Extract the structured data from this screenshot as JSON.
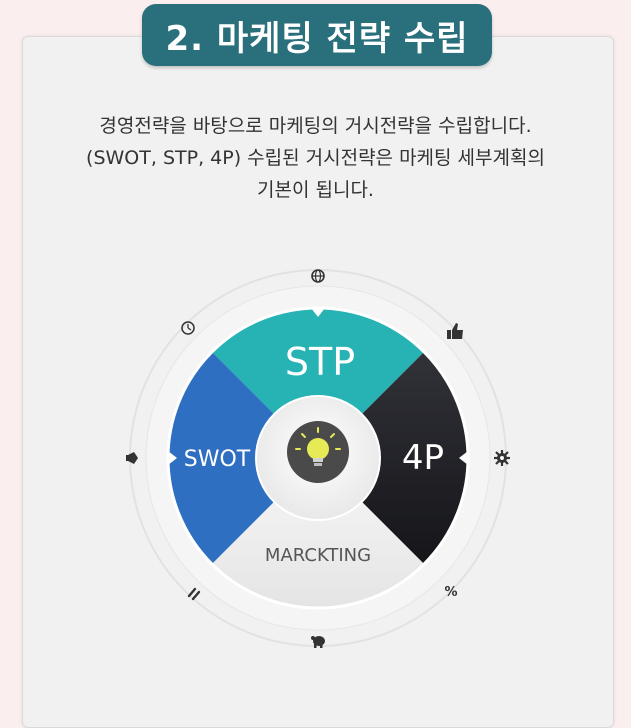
{
  "header": {
    "title": "2. 마케팅 전략 수립"
  },
  "description": {
    "lines": [
      "경영전략을 바탕으로 마케팅의 거시전략을 수립합니다.",
      "(SWOT, STP, 4P) 수립된 거시전략은 마케팅 세부계획의",
      "기본이 됩니다."
    ]
  },
  "diagram": {
    "segments": {
      "top": "STP",
      "left": "SWOT",
      "right": "4P"
    },
    "core_label": "MARCKTING",
    "center_icon": "lightbulb-icon",
    "ring_icons": [
      "globe-icon",
      "thumbs-up-icon",
      "gear-icon",
      "percent-icon",
      "piggy-bank-icon",
      "link-icon",
      "megaphone-icon",
      "clock-icon"
    ],
    "colors": {
      "top": "#27b2b3",
      "left": "#2f6fc2",
      "right": "#1c1c22",
      "bottom": "#ededed",
      "title_bg": "#2a6f7c"
    },
    "percent_text": "%"
  }
}
